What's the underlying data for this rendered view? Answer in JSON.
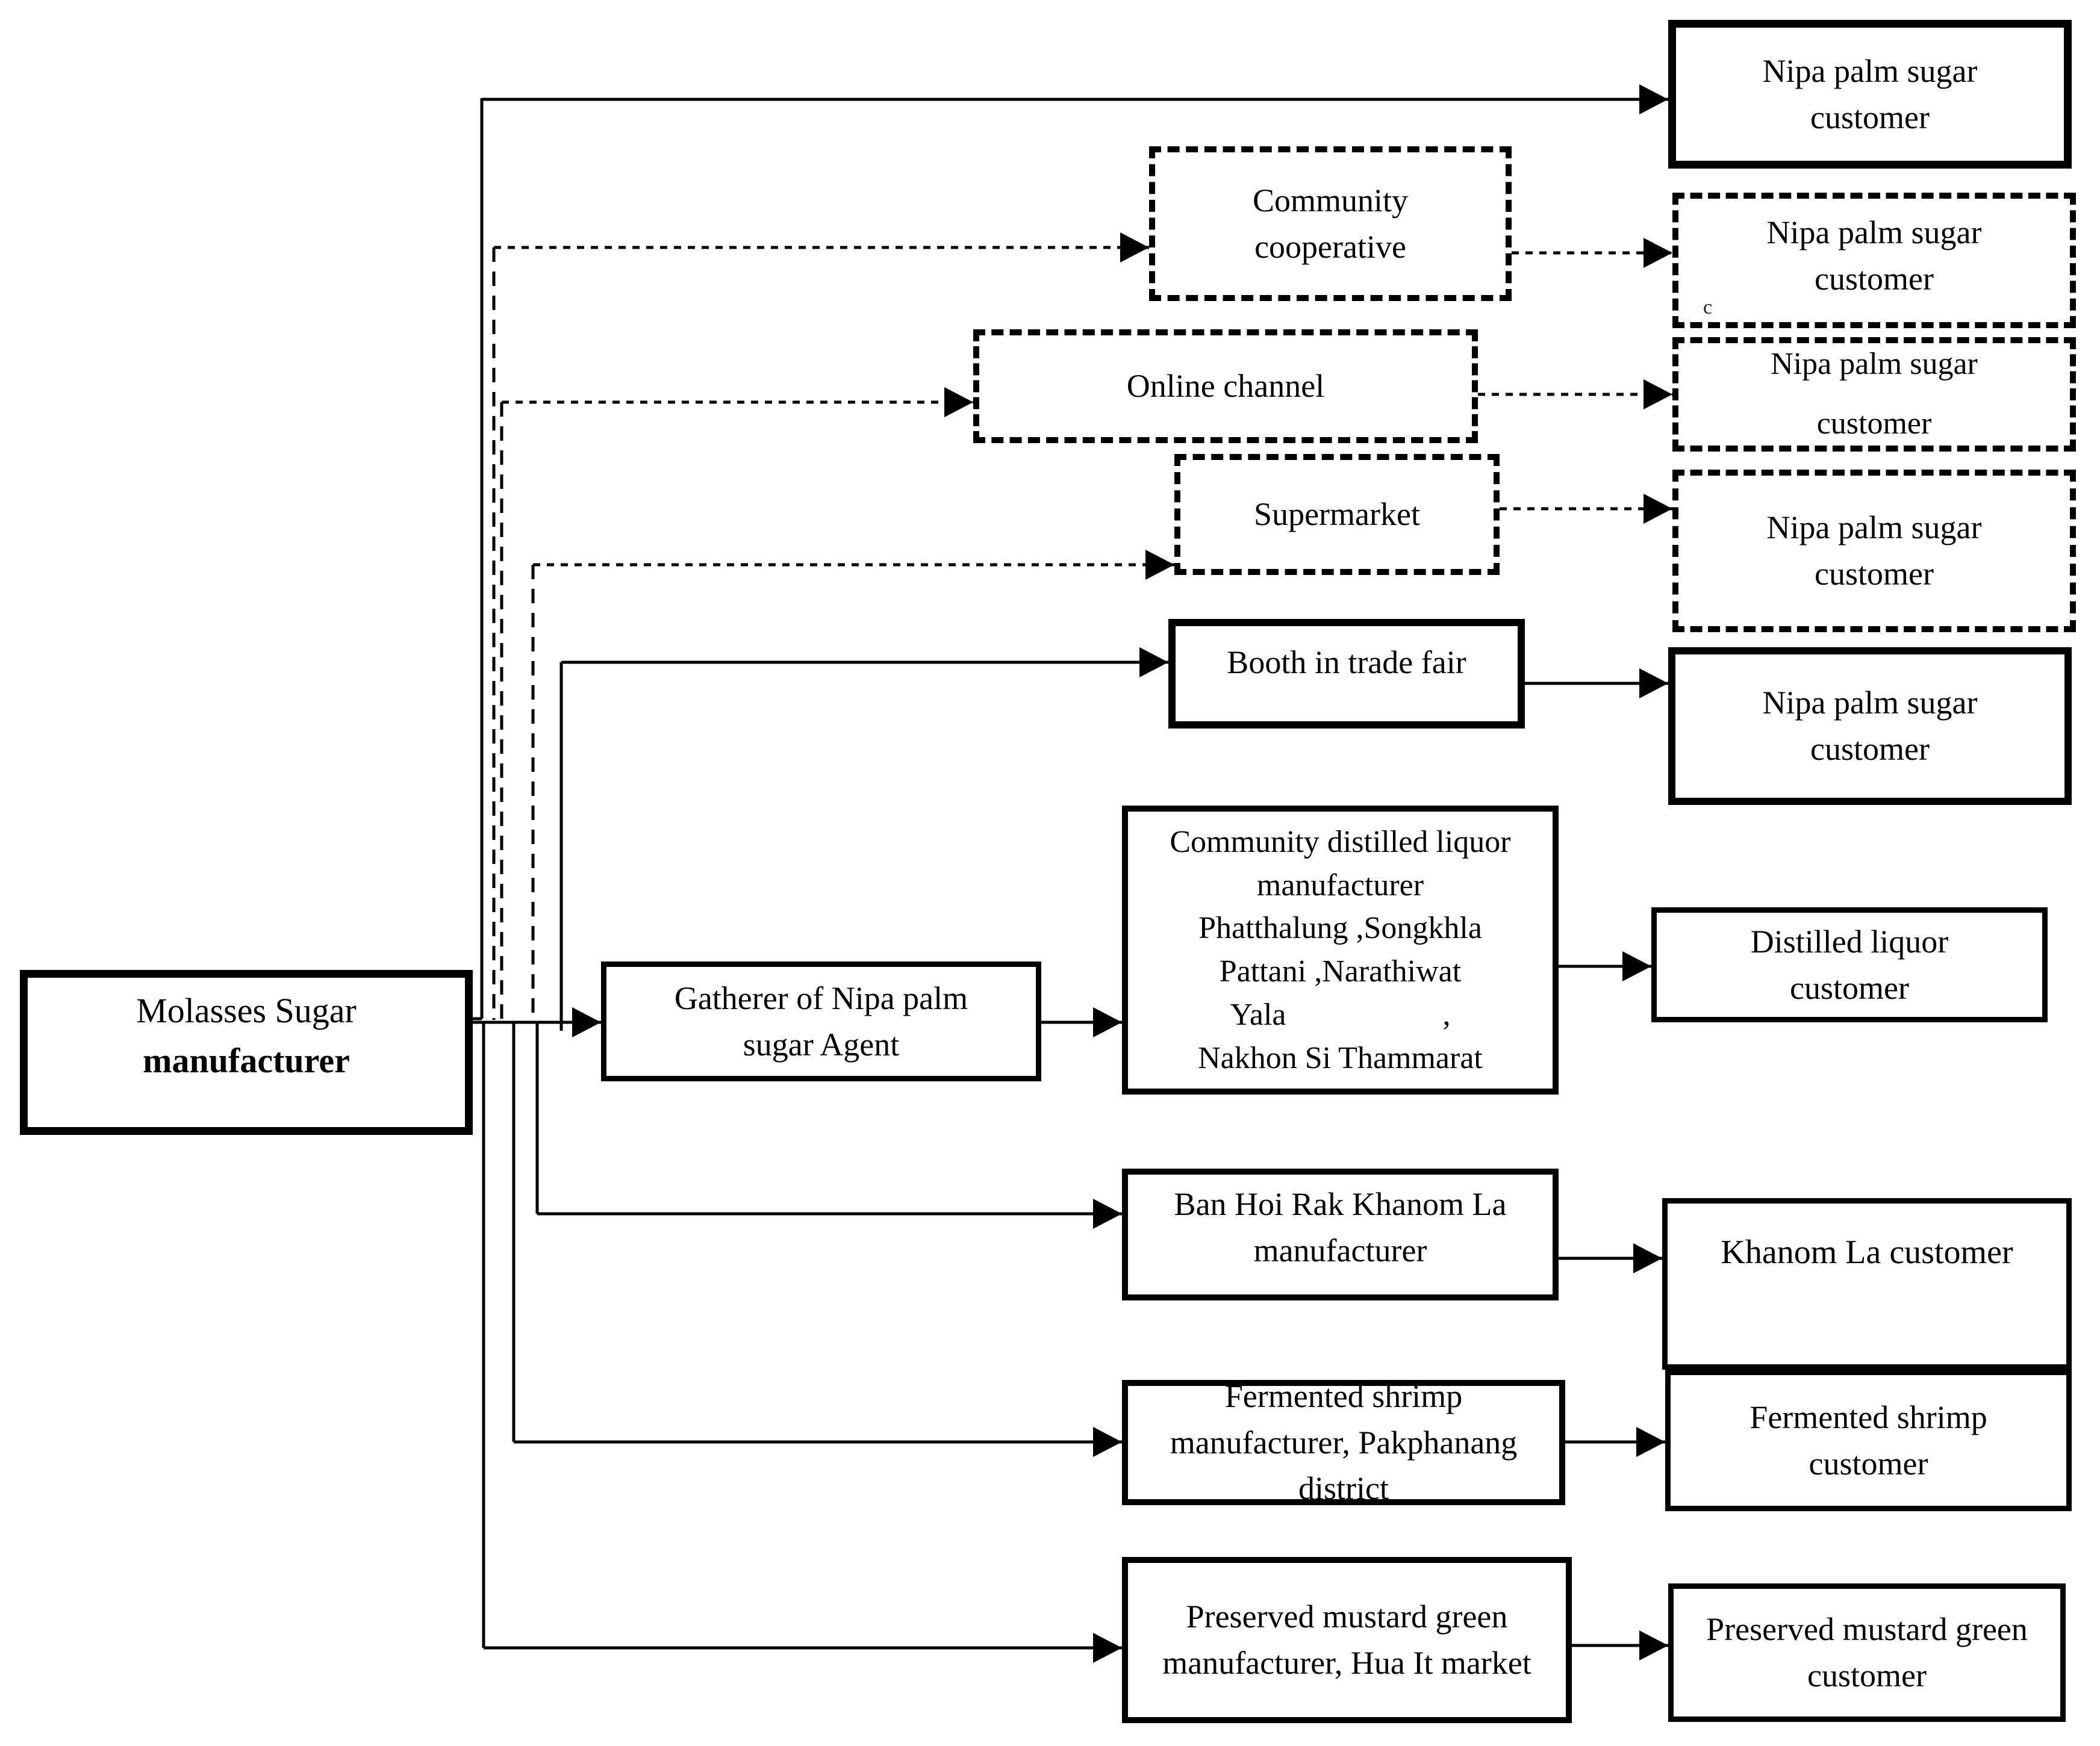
{
  "colors": {
    "line": "#000000",
    "background": "#ffffff"
  },
  "nodes": {
    "molasses_line1": "Molasses Sugar",
    "molasses_line2": "manufacturer",
    "community_cooperative": "Community\ncooperative",
    "online_channel": "Online channel",
    "supermarket": "Supermarket",
    "booth_trade_fair": "Booth in trade fair",
    "gatherer_agent": "Gatherer of Nipa palm\nsugar Agent",
    "liquor_manufacturer": "Community distilled liquor\nmanufacturer\nPhatthalung ,Songkhla\nPattani ,Narathiwat\nYala                    ,\nNakhon Si Thammarat",
    "ban_hoi_rak": "Ban Hoi Rak Khanom La\nmanufacturer",
    "fermented_manufacturer": "Fermented shrimp\nmanufacturer, Pakphanang\ndistrict",
    "preserved_manufacturer": "Preserved mustard green\nmanufacturer, Hua It market",
    "nipa_customer_1": "Nipa palm sugar\ncustomer",
    "nipa_customer_2": "Nipa palm sugar\ncustomer",
    "nipa_customer_3": "Nipa palm sugar\ncustomer",
    "nipa_customer_4": "Nipa palm sugar\ncustomer",
    "nipa_customer_5": "Nipa palm sugar\ncustomer",
    "distilled_customer": "Distilled liquor\ncustomer",
    "khanom_customer": "Khanom La customer",
    "fermented_customer": "Fermented shrimp\ncustomer",
    "preserved_customer": "Preserved mustard green\ncustomer"
  },
  "artifacts": {
    "stray_mark": "c"
  }
}
